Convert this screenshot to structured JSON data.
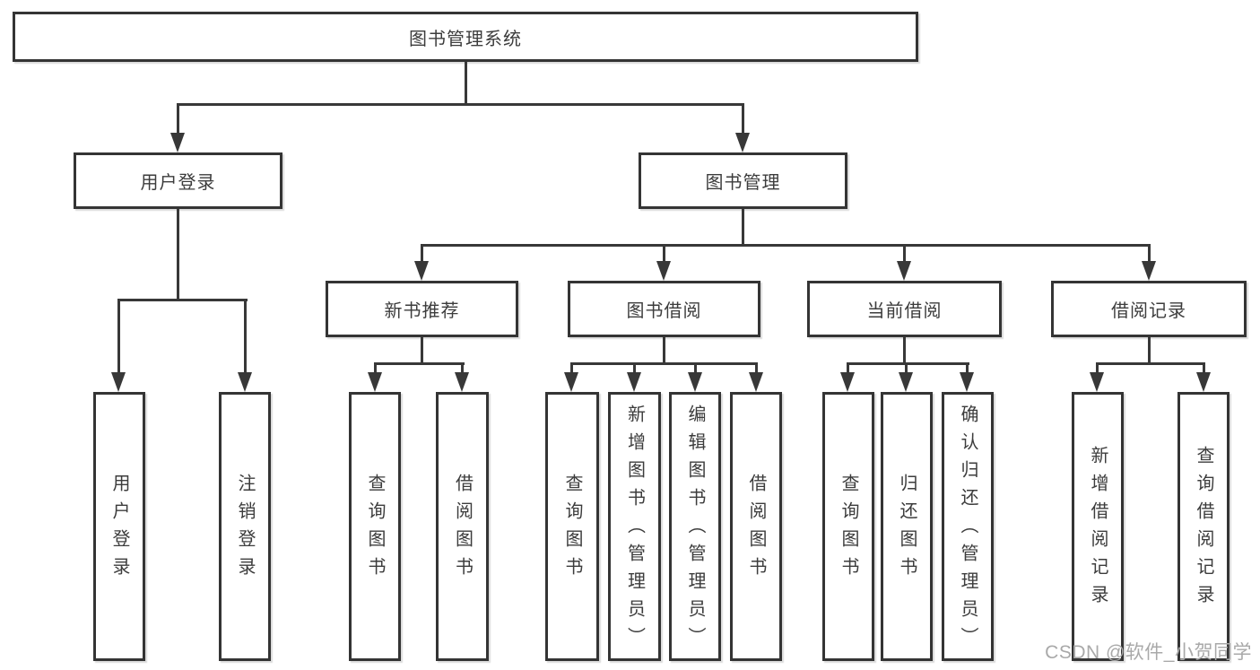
{
  "diagram": {
    "title": "图书管理系统",
    "root": {
      "label": "图书管理系统"
    },
    "branches": [
      {
        "label": "用户登录",
        "children": [
          {
            "label": "用户登录"
          },
          {
            "label": "注销登录"
          }
        ]
      },
      {
        "label": "图书管理",
        "children": [
          {
            "label": "新书推荐",
            "children": [
              {
                "label": "查询图书"
              },
              {
                "label": "借阅图书"
              }
            ]
          },
          {
            "label": "图书借阅",
            "children": [
              {
                "label": "查询图书"
              },
              {
                "label": "新增图书（管理员）"
              },
              {
                "label": "编辑图书（管理员）"
              },
              {
                "label": "借阅图书"
              }
            ]
          },
          {
            "label": "当前借阅",
            "children": [
              {
                "label": "查询图书"
              },
              {
                "label": "归还图书"
              },
              {
                "label": "确认归还（管理员）"
              }
            ]
          },
          {
            "label": "借阅记录",
            "children": [
              {
                "label": "新增借阅记录"
              },
              {
                "label": "查询借阅记录"
              }
            ]
          }
        ]
      }
    ],
    "colors": {
      "line": "#383838",
      "border": "#343434",
      "text": "#3c3c3c",
      "background": "#ffffff",
      "watermark": "#a9a9a9"
    }
  },
  "watermark": {
    "text": "CSDN @软件_小贺同学"
  }
}
